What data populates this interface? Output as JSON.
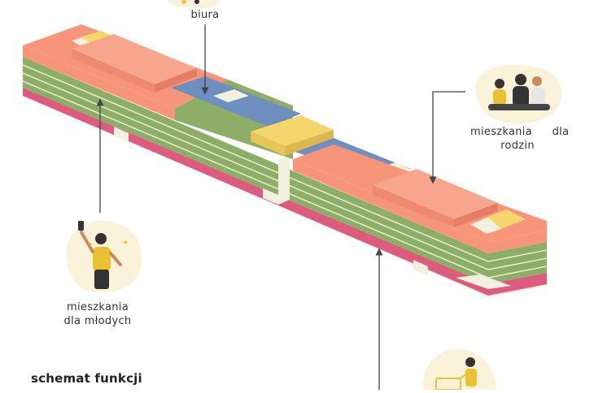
{
  "labels": {
    "offices": "biura",
    "family_word1": "mieszkania",
    "family_word2": "dla",
    "family_word3": "rodzin",
    "young_line1": "mieszkania",
    "young_line2": "dla młodych"
  },
  "title": "schemat funkcji",
  "colors": {
    "salmon": "#F7957A",
    "green": "#8DAE66",
    "blue": "#6F8FC0",
    "yellow": "#F5D66C",
    "pink": "#DC5B7E",
    "cream": "#F2F1DF",
    "blob": "#FBF2DA",
    "arrow": "#444444"
  },
  "icons": [
    "offices-icon",
    "family-icon",
    "young-person-icon",
    "shopping-cart-person-icon"
  ]
}
